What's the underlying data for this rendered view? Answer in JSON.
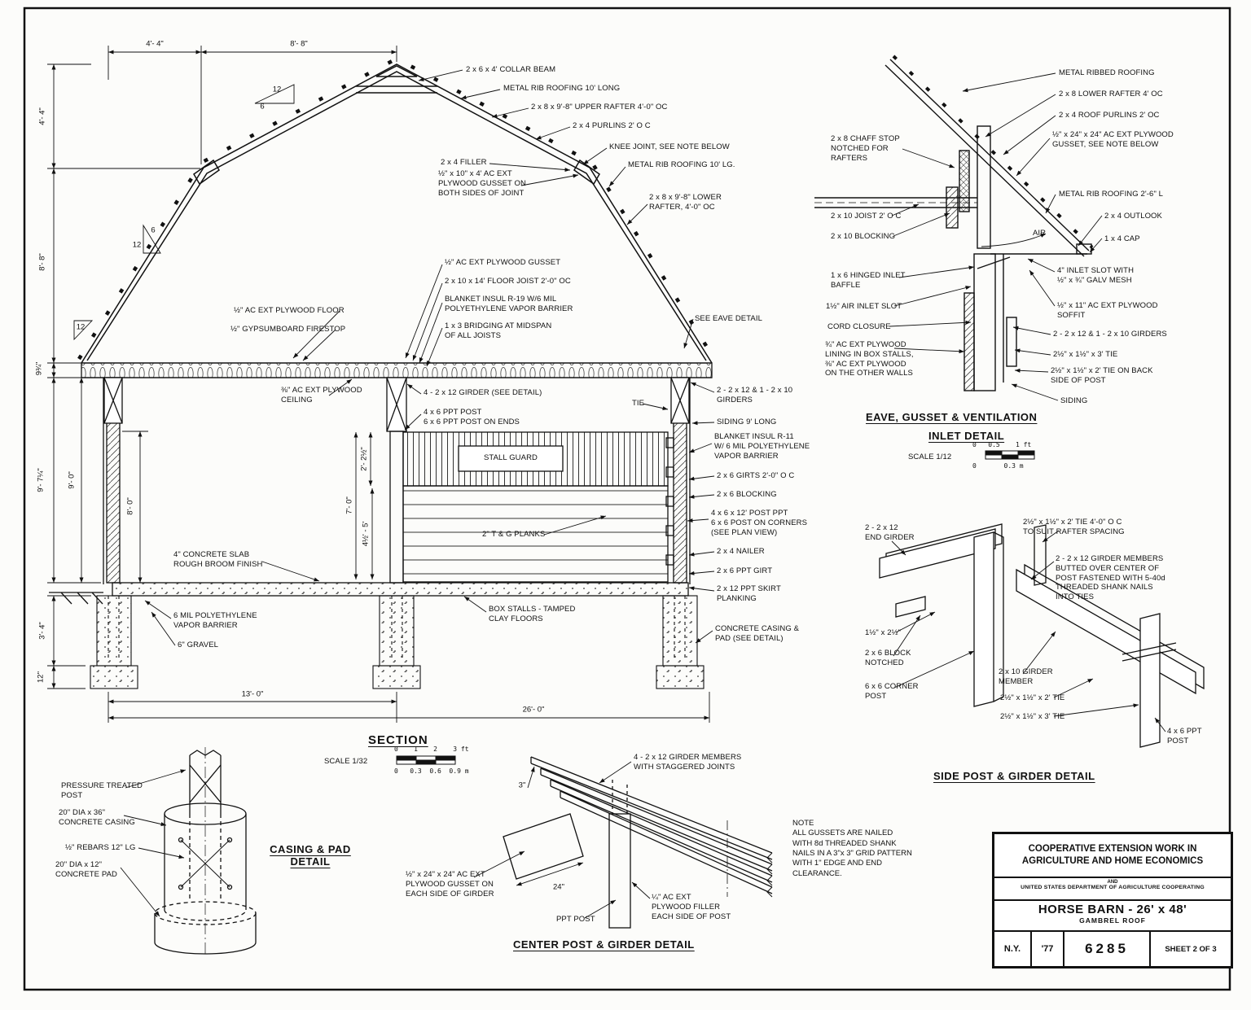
{
  "main": {
    "labels": {
      "collar_beam": "2 x 6 x 4' COLLAR BEAM",
      "metal_rib_10long": "METAL RIB ROOFING 10' LONG",
      "upper_rafter": "2 x 8 x 9'-8\" UPPER RAFTER 4'-0\" OC",
      "purlins": "2 x 4 PURLINS 2' O C",
      "knee_joint": "KNEE JOINT, SEE NOTE BELOW",
      "filler": "2 x 4 FILLER",
      "plywood_gusset_joint": "½\" x 10\" x 4' AC EXT\nPLYWOOD GUSSET ON\nBOTH SIDES OF JOINT",
      "metal_rib_10lg": "METAL RIB ROOFING 10' LG.",
      "lower_rafter": "2 x 8 x 9'-8\" LOWER\nRAFTER, 4'-0\" OC",
      "plywood_gusset": "½\" AC EXT PLYWOOD GUSSET",
      "floor_joist": "2 x 10 x 14' FLOOR JOIST 2'-0\" OC",
      "blanket_r19": "BLANKET INSUL R-19 W/6 MIL\nPOLYETHYLENE VAPOR BARRIER",
      "bridging": "1 x 3 BRIDGING AT MIDSPAN\nOF ALL JOISTS",
      "plywood_floor": "½\" AC EXT PLYWOOD FLOOR",
      "gypsum": "½\" GYPSUMBOARD FIRESTOP",
      "see_eave": "SEE EAVE DETAIL",
      "plywood_ceiling": "⅜\" AC EXT PLYWOOD\nCEILING",
      "girder_detail": "4 - 2 x 12 GIRDER (SEE DETAIL)",
      "ppt_post": "4 x 6 PPT POST\n6 x 6 PPT POST ON ENDS",
      "tie": "TIE",
      "girders_2212": "2 - 2 x 12 & 1 - 2 x 10\nGIRDERS",
      "siding9": "SIDING 9' LONG",
      "blanket_r11": "BLANKET INSUL R-11\nW/ 6 MIL POLYETHYLENE\nVAPOR BARRIER",
      "stall_guard": "STALL GUARD",
      "girts": "2 x 6 GIRTS 2'-0\" O C",
      "blocking": "2 x 6 BLOCKING",
      "post_corners": "4 x 6 x 12' POST PPT\n6 x 6 POST ON CORNERS\n(SEE PLAN VIEW)",
      "nailer": "2 x 4 NAILER",
      "ppt_girt": "2 x 6 PPT GIRT",
      "skirt": "2 x 12 PPT SKIRT\nPLANKING",
      "tg_planks": "2\" T & G PLANKS",
      "slab": "4\" CONCRETE SLAB\nROUGH BROOM FINISH",
      "vapor6mil": "6 MIL POLYETHYLENE\nVAPOR BARRIER",
      "gravel": "6\" GRAVEL",
      "box_stalls": "BOX STALLS - TAMPED\nCLAY FLOORS",
      "casing_pad": "CONCRETE CASING &\nPAD (SEE DETAIL)"
    },
    "dims": {
      "d44top": "4'- 4\"",
      "d88top": "8'- 8\"",
      "d44left": "4'- 4\"",
      "d88left": "8'- 8\"",
      "d934": "9¾\"",
      "d974": "9'- 7¼\"",
      "d90": "9'- 0\"",
      "d80": "8'- 0\"",
      "d225": "2'- 2½\"",
      "d70": "7'- 0\"",
      "d4555": "4½' - 5'",
      "d34": "3'- 4\"",
      "d12": "12\"",
      "d130": "13'- 0\"",
      "d260": "26'- 0\"",
      "s12a": "12",
      "s6a": "6",
      "s6b": "6",
      "s12b": "12",
      "s12c": "12"
    },
    "title": "SECTION",
    "scale": "SCALE 1/32",
    "bar_ft": "0    1    2    3 ft",
    "bar_m": "0   0.3  0.6  0.9 m"
  },
  "eave": {
    "labels": {
      "ribbed_roofing": "METAL RIBBED ROOFING",
      "lower_rafter": "2 x 8 LOWER RAFTER 4' OC",
      "roof_purlins": "2 x 4 ROOF PURLINS 2' OC",
      "gusset2424": "½\" x 24\" x 24\" AC EXT PLYWOOD\nGUSSET, SEE NOTE BELOW",
      "chaff_stop": "2 x 8 CHAFF STOP\nNOTCHED FOR\nRAFTERS",
      "rib26": "METAL RIB ROOFING 2'-6\" L",
      "joist2": "2 x 10 JOIST 2' O C",
      "outlook": "2 x 4 OUTLOOK",
      "blocking10": "2 x 10 BLOCKING",
      "cap": "1 x 4 CAP",
      "air": "AIR",
      "baffle": "1 x 6 HINGED INLET\nBAFFLE",
      "inlet_slot": "4\" INLET SLOT WITH\n½\" x ¾\" GALV MESH",
      "air_inlet": "1½\" AIR INLET SLOT",
      "soffit": "½\" x 11\" AC EXT PLYWOOD\nSOFFIT",
      "cord": "CORD CLOSURE",
      "girders": "2 - 2 x 12 & 1 - 2 x 10 GIRDERS",
      "lining": "¾\" AC EXT PLYWOOD\nLINING IN BOX STALLS,\n⅜\" AC EXT PLYWOOD\nON THE OTHER WALLS",
      "tie3": "2½\" x 1½\" x 3' TIE",
      "tie2back": "2½\" x 1½\" x 2' TIE ON BACK\nSIDE OF POST",
      "siding": "SIDING"
    },
    "title1": "EAVE, GUSSET & VENTILATION",
    "title2": "INLET DETAIL",
    "scale": "SCALE 1/12",
    "bar_ft": "0   0.5    1 ft",
    "bar_m": "0       0.3 m"
  },
  "side": {
    "labels": {
      "end_girder": "2 - 2 x 12\nEND GIRDER",
      "tie_oc": "2½\" x 1½\" x 2' TIE 4'-0\" O C\nTO SUIT RAFTER SPACING",
      "butted": "2 - 2 x 12 GIRDER MEMBERS\nBUTTED OVER CENTER OF\nPOST FASTENED WITH 5-40d\nTHREADED SHANK NAILS\nINTO TIES",
      "size": "1½\" x 2½\"",
      "block": "2 x 6 BLOCK\nNOTCHED",
      "corner_post": "6 x 6 CORNER\nPOST",
      "girder_member": "2 x 10 GIRDER\nMEMBER",
      "tie2": "2½\" x 1½\" x 2' TIE",
      "tie3": "2½\" x 1½\" x 3' TIE",
      "ppt_post": "4 x 6 PPT\nPOST"
    },
    "title": "SIDE POST & GIRDER DETAIL"
  },
  "casing": {
    "labels": {
      "pressure": "PRESSURE TREATED\nPOST",
      "concrete_casing": "20\" DIA x 36\"\nCONCRETE CASING",
      "rebars": "½\" REBARS 12\" LG",
      "concrete_pad": "20\" DIA x 12\"\nCONCRETE PAD"
    },
    "title": "CASING & PAD\nDETAIL"
  },
  "center": {
    "labels": {
      "members": "4 - 2 x 12 GIRDER MEMBERS\nWITH STAGGERED JOINTS",
      "d3": "3\"",
      "d24": "24\"",
      "gusset": "½\" x 24\" x 24\" AC EXT\nPLYWOOD GUSSET ON\nEACH SIDE OF GIRDER",
      "ppt_post": "PPT POST",
      "filler": "¼\" AC EXT\nPLYWOOD FILLER\nEACH SIDE OF POST"
    },
    "title": "CENTER POST & GIRDER DETAIL"
  },
  "note": "NOTE\nALL GUSSETS ARE NAILED\nWITH 8d THREADED SHANK\nNAILS IN A 3\"x 3\" GRID PATTERN\nWITH 1\" EDGE AND END\nCLEARANCE.",
  "titleblock": {
    "line1": "COOPERATIVE EXTENSION WORK IN",
    "line2": "AGRICULTURE AND HOME ECONOMICS",
    "and": "AND",
    "dept": "UNITED STATES DEPARTMENT OF AGRICULTURE COOPERATING",
    "barn": "HORSE BARN - 26' x 48'",
    "roof": "GAMBREL ROOF",
    "state": "N.Y.",
    "year": "'77",
    "number": "6285",
    "sheet": "SHEET 2 OF 3"
  }
}
